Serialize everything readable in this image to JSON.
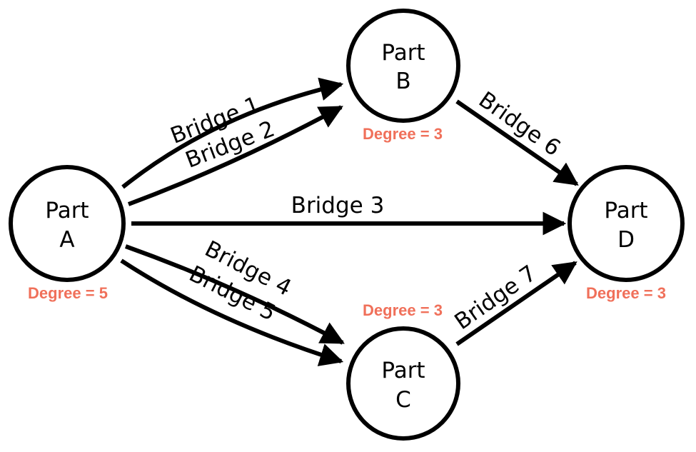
{
  "colors": {
    "stroke": "#000000",
    "degree": "#f0705a",
    "background": "#ffffff"
  },
  "nodes": [
    {
      "id": "A",
      "line1": "Part",
      "line2": "A",
      "degree": "Degree = 5"
    },
    {
      "id": "B",
      "line1": "Part",
      "line2": "B",
      "degree": "Degree = 3"
    },
    {
      "id": "C",
      "line1": "Part",
      "line2": "C",
      "degree": "Degree = 3"
    },
    {
      "id": "D",
      "line1": "Part",
      "line2": "D",
      "degree": "Degree = 3"
    }
  ],
  "edges": [
    {
      "id": "bridge-1",
      "from": "A",
      "to": "B",
      "label": "Bridge 1"
    },
    {
      "id": "bridge-2",
      "from": "A",
      "to": "B",
      "label": "Bridge 2"
    },
    {
      "id": "bridge-3",
      "from": "A",
      "to": "D",
      "label": "Bridge 3"
    },
    {
      "id": "bridge-4",
      "from": "A",
      "to": "C",
      "label": "Bridge 4"
    },
    {
      "id": "bridge-5",
      "from": "A",
      "to": "C",
      "label": "Bridge 5"
    },
    {
      "id": "bridge-6",
      "from": "B",
      "to": "D",
      "label": "Bridge 6"
    },
    {
      "id": "bridge-7",
      "from": "C",
      "to": "D",
      "label": "Bridge 7"
    }
  ]
}
